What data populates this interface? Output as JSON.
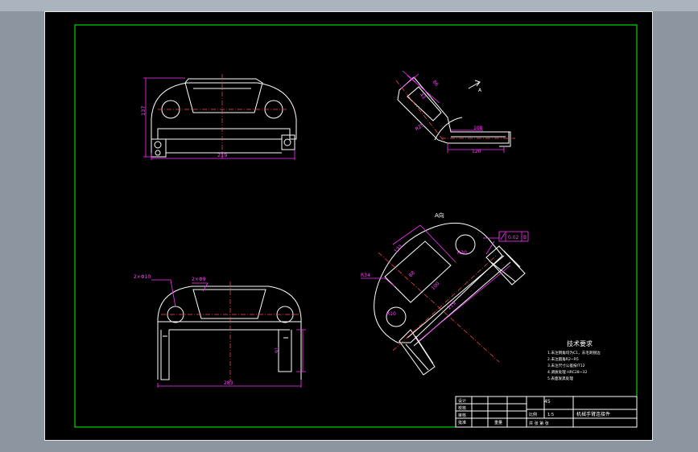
{
  "colors": {
    "sheet": "#000000",
    "frame": "#00ff00",
    "outline": "#ffffff",
    "dimension": "#ff33ff",
    "centerline": "#ff5050"
  },
  "front_view": {
    "dim_width": "219",
    "dim_height": "137"
  },
  "side_view": {
    "dim_a": "86",
    "dim_b": "43",
    "dim_c": "108",
    "dim_d": "120",
    "dim_e": "R25",
    "arrow_label": "A"
  },
  "bottom_view": {
    "note_left": "2×Φ10",
    "note_mid": "2×Φ9",
    "dim_width": "283",
    "dim_height": "91"
  },
  "iso_view": {
    "label": "A向",
    "dim_left": "R34",
    "dim_a": "133",
    "dim_b": "88",
    "dim_c": "100",
    "dim_d": "219",
    "dim_e": "R30",
    "dim_f": "R10",
    "tolerance_value": "0.02",
    "tolerance_datum": "B"
  },
  "tech_notes": {
    "title": "技术要求",
    "items": [
      "1.未注倒角均为C1，去毛刺锐边",
      "2.未注圆角R2~R5",
      "3.未注尺寸公差按IT12",
      "4.调质处理 HRC28~32",
      "5.表面发黑处理"
    ]
  },
  "title_block": {
    "row_labels": [
      "设计",
      "校核",
      "审核",
      "批准"
    ],
    "material": "45",
    "scale_label": "比例",
    "scale_value": "1:5",
    "drawing_name": "机械手臂连接件",
    "sheet_label": "共 张 第 张",
    "mass_label": "重量"
  }
}
